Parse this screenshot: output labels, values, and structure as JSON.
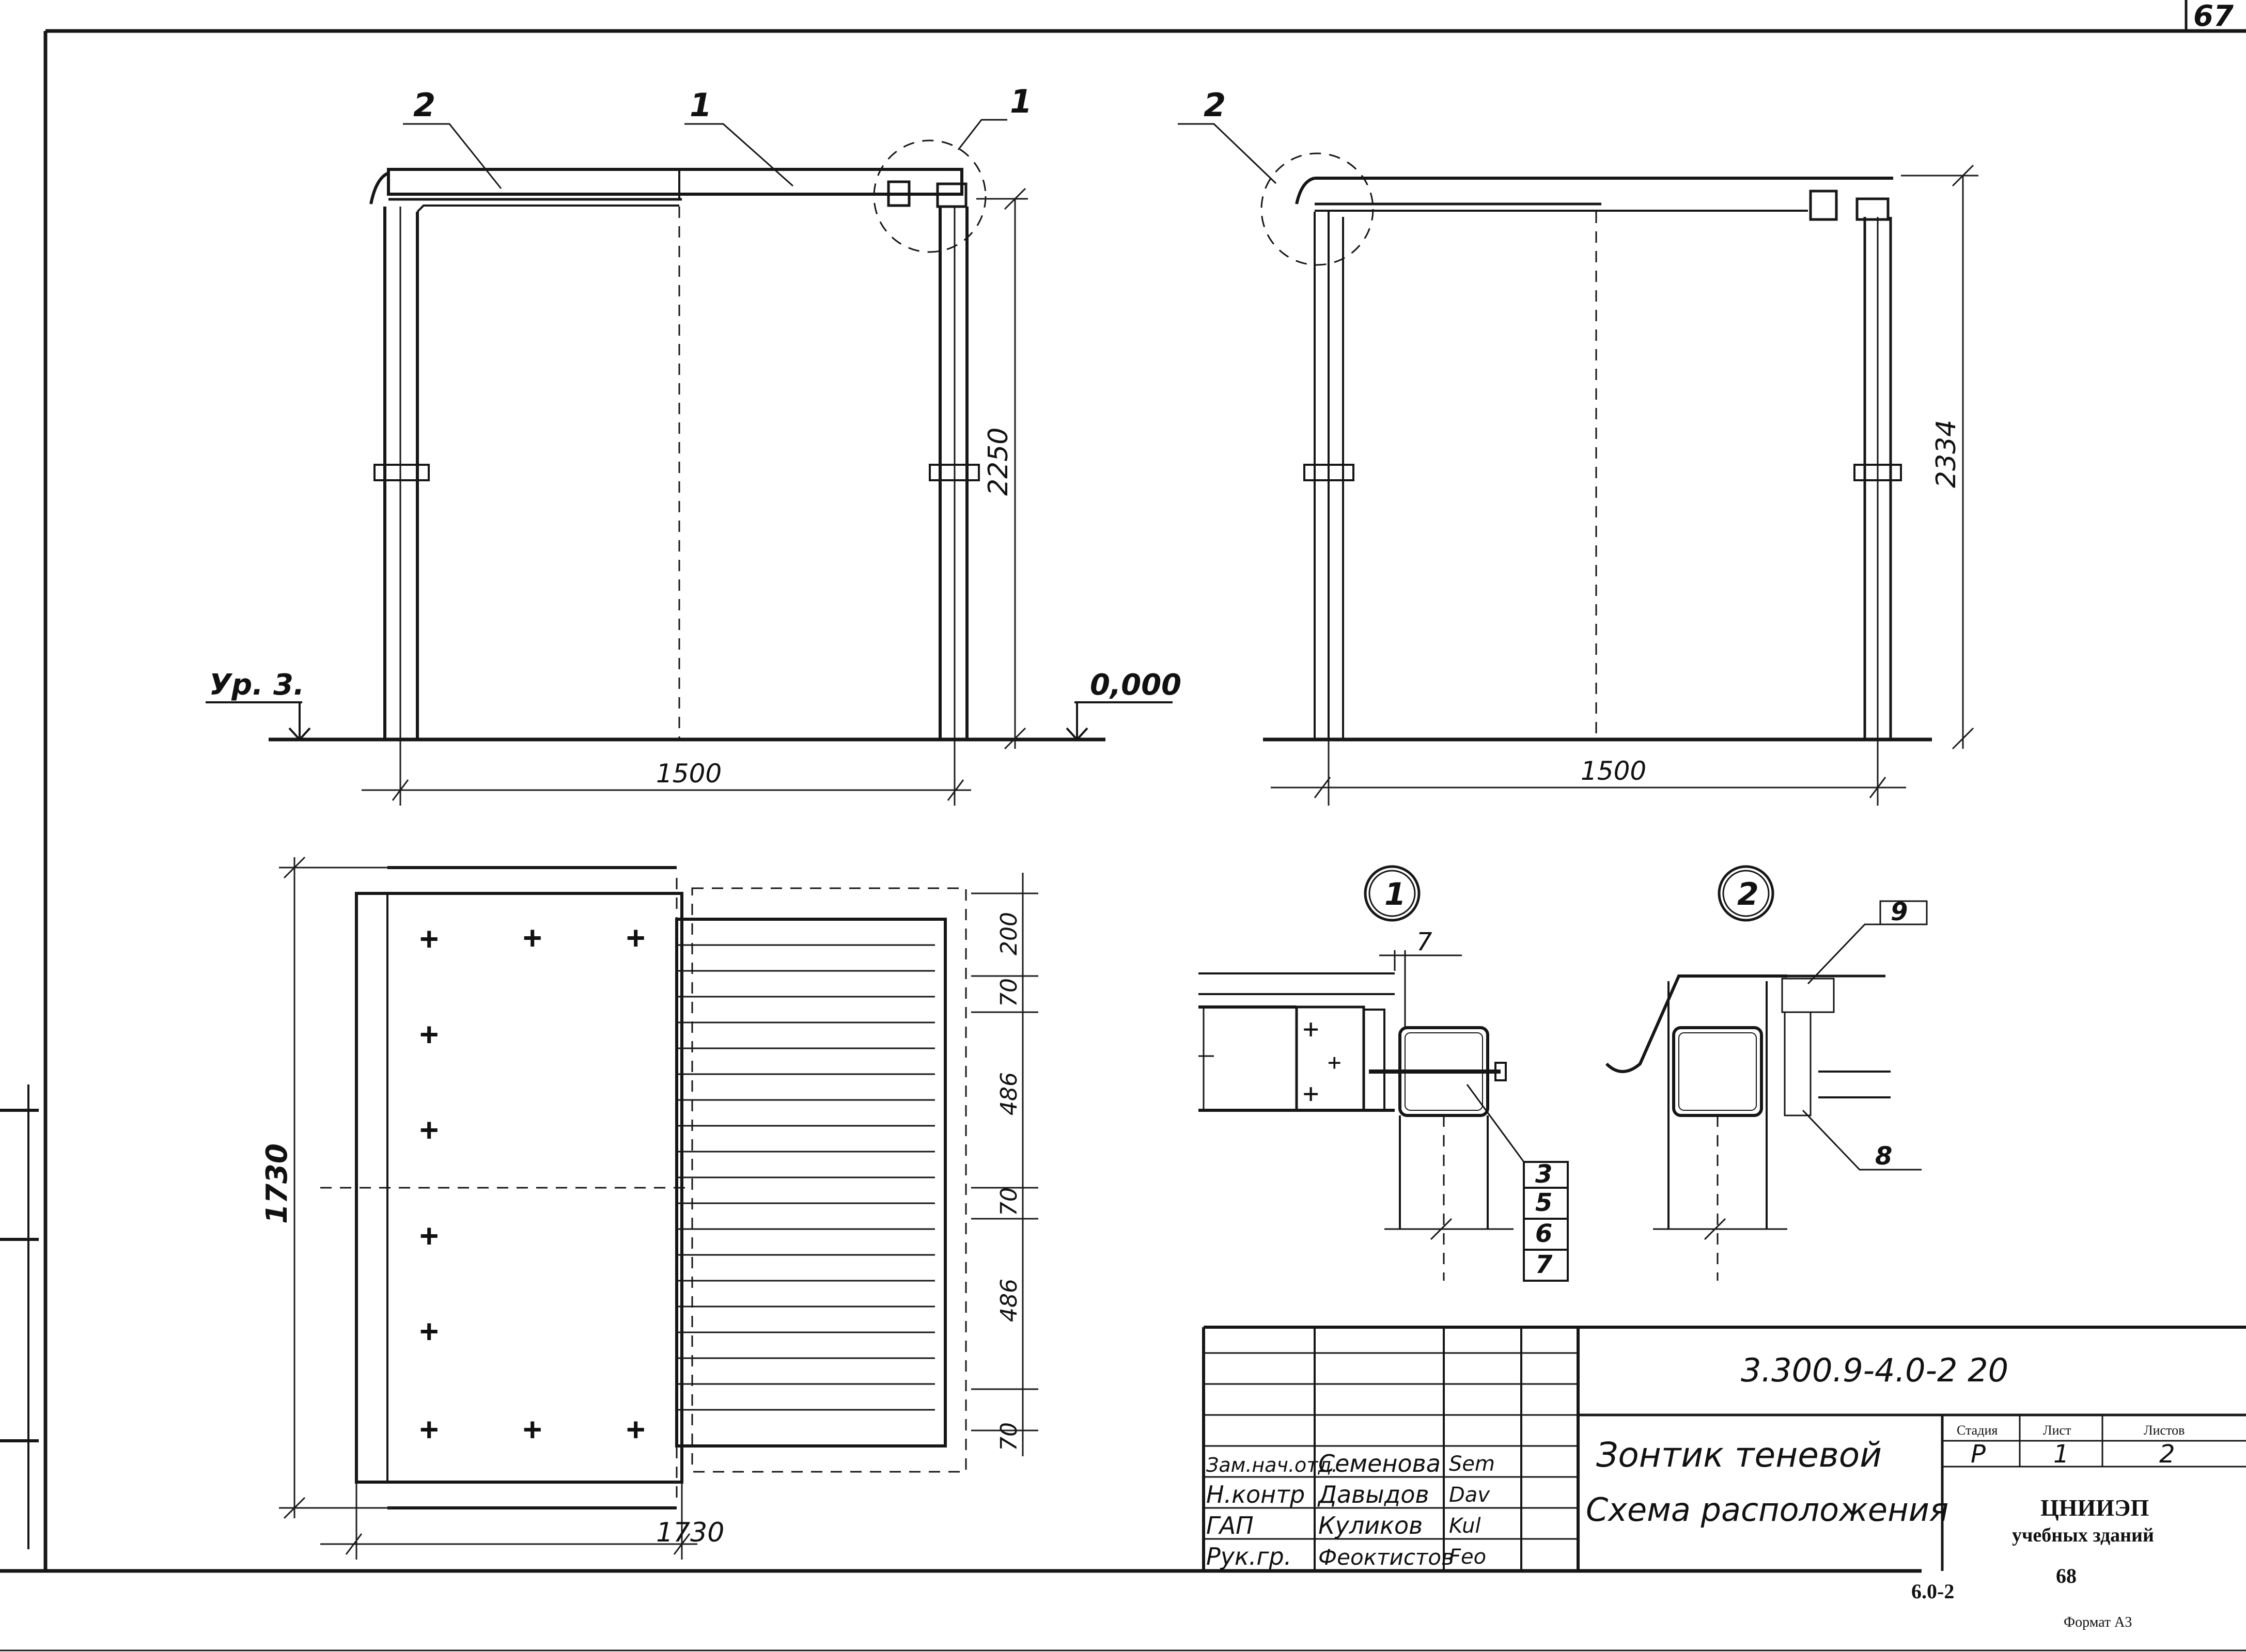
{
  "page_number": "67",
  "elevation_left": {
    "callouts": [
      "2",
      "1",
      "1"
    ],
    "level_left": "Ур. 3.",
    "level_right": "0,000",
    "height_dim": "2250",
    "width_dim": "1500"
  },
  "elevation_right": {
    "callouts": [
      "2"
    ],
    "height_dim": "2334",
    "width_dim": "1500"
  },
  "plan": {
    "width_dim": "1730",
    "height_dim": "1730",
    "right_dims": [
      "200",
      "70",
      "486",
      "70",
      "486",
      "70"
    ]
  },
  "detail_1": {
    "label": "1",
    "dim": "7",
    "positions": [
      "3",
      "5",
      "6",
      "7"
    ]
  },
  "detail_2": {
    "label": "2",
    "positions": [
      "9",
      "8"
    ]
  },
  "title_block": {
    "doc_code": "3.300.9-4.0-2 20",
    "title_line1": "Зонтик теневой",
    "title_line2": "Схема расположения",
    "stage_header": "Стадия",
    "sheet_header": "Лист",
    "sheets_header": "Листов",
    "stage": "Р",
    "sheet": "1",
    "sheets": "2",
    "org_line1": "ЦНИИЭП",
    "org_line2": "учебных зданий",
    "roles": [
      "Зам.нач.отд.",
      "Н.контр",
      "ГАП",
      "Рук.гр."
    ],
    "names": [
      "Семенова",
      "Давыдов",
      "Куликов",
      "Феоктистов"
    ],
    "sign_marks": [
      "Sem",
      "Dav",
      "Kul",
      "Feo"
    ]
  },
  "footer": {
    "series": "6.0-2",
    "page": "68",
    "format": "Формат А3"
  }
}
